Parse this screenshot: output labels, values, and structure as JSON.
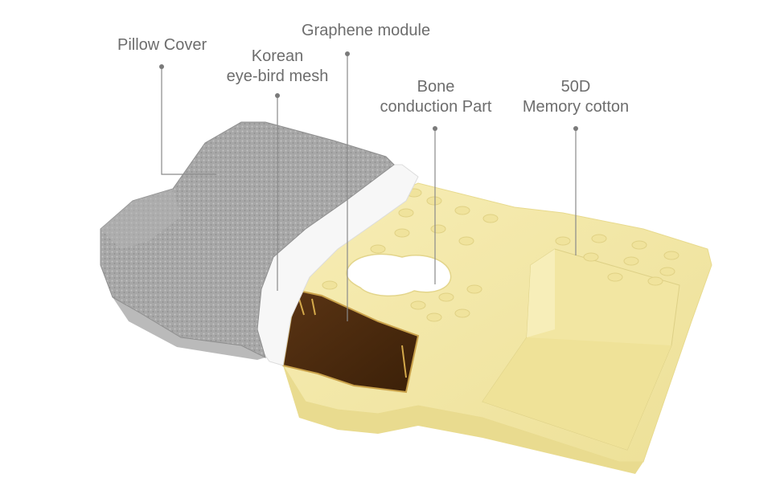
{
  "labels": {
    "pillow_cover": "Pillow Cover",
    "graphene_module": "Graphene module",
    "mesh_line1": "Korean",
    "mesh_line2": "eye-bird mesh",
    "bone_line1": "Bone",
    "bone_line2": "conduction Part",
    "memory_line1": "50D",
    "memory_line2": "Memory cotton"
  },
  "colors": {
    "background": "#ffffff",
    "label_text": "#6d6d6d",
    "leader_line": "#8a8a8a",
    "cover_fabric": "#a9a9a9",
    "mesh": "#f4f4f4",
    "foam": "#f5e9a6",
    "graphene": "#4a2a10"
  }
}
